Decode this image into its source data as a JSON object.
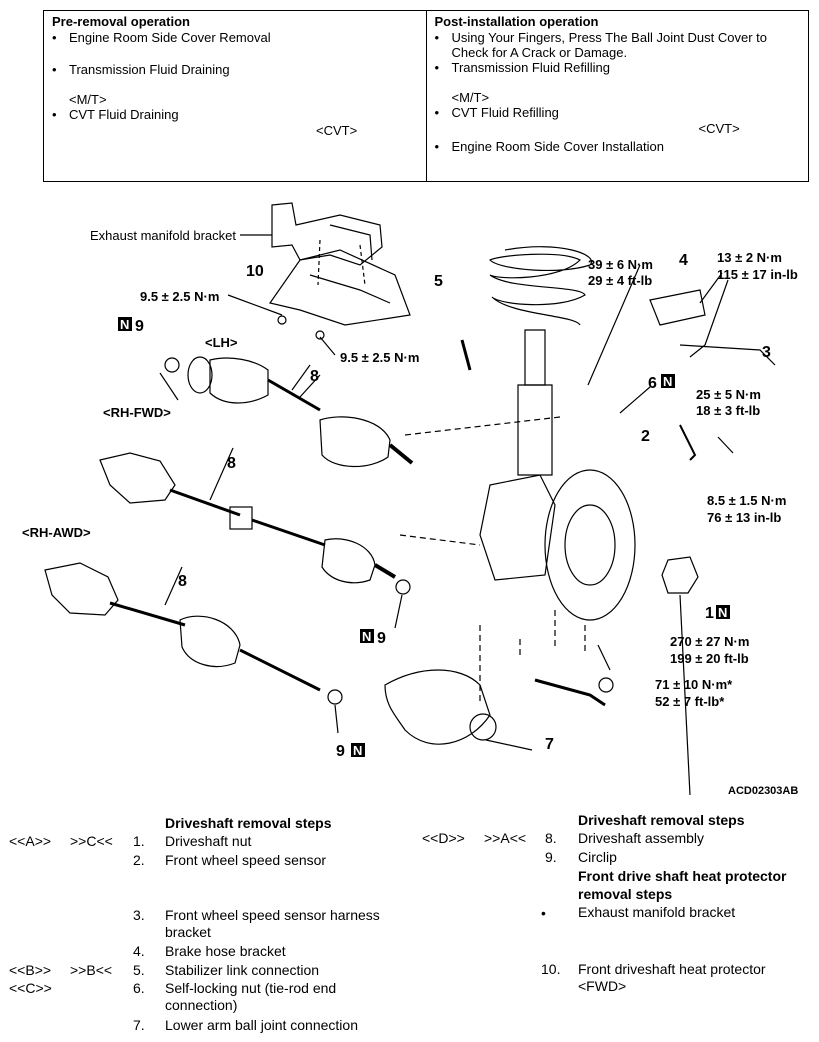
{
  "ops": {
    "pre": {
      "title": "Pre-removal operation",
      "items": [
        "Engine Room Side Cover Removal",
        "Transmission Fluid Draining",
        "CVT Fluid Draining"
      ],
      "tag_mt": "<M/T>",
      "tag_cvt": "<CVT>"
    },
    "post": {
      "title": "Post-installation operation",
      "items": [
        "Using Your Fingers, Press The Ball Joint Dust Cover to Check for A Crack or Damage.",
        "Transmission Fluid Refilling",
        "CVT Fluid Refilling",
        "Engine Room Side Cover Installation"
      ],
      "tag_mt": "<M/T>",
      "tag_cvt": "<CVT>"
    }
  },
  "diagram": {
    "labels": {
      "exhaust": "Exhaust manifold bracket",
      "torque_10a": "9.5 ± 2.5 N·m",
      "torque_10b": "9.5 ± 2.5 N·m",
      "lh": "<LH>",
      "rh_fwd": "<RH-FWD>",
      "rh_awd": "<RH-AWD>",
      "t_39_nm": "39 ± 6 N·m",
      "t_29_ftlb": "29 ± 4 ft-lb",
      "t_13_nm": "13 ± 2 N·m",
      "t_115_inlb": "115 ± 17 in-lb",
      "t_25_nm": "25 ± 5 N·m",
      "t_18_ftlb": "18 ± 3 ft-lb",
      "t_85_nm": "8.5 ± 1.5 N·m",
      "t_76_inlb": "76 ± 13 in-lb",
      "t_270_nm": "270 ± 27 N·m",
      "t_199_ftlb": "199 ± 20 ft-lb",
      "t_71_nm": "71 ± 10 N·m*",
      "t_52_ftlb": "52 ± 7 ft-lb*",
      "code": "ACD02303AB"
    },
    "numbers": {
      "n10": "10",
      "n9a": "9",
      "n5": "5",
      "n4": "4",
      "n3": "3",
      "n6": "6",
      "n2": "2",
      "n8a": "8",
      "n8b": "8",
      "n8c": "8",
      "n1": "1",
      "n9b": "9",
      "n9c": "9",
      "n7": "7"
    },
    "n_mark": "N"
  },
  "steps": {
    "left_title": "Driveshaft removal steps",
    "left": [
      {
        "code1": "<<A>>",
        "code2": ">>C<<",
        "no": "1.",
        "text": "Driveshaft nut"
      },
      {
        "code1": "",
        "code2": "",
        "no": "2.",
        "text": "Front wheel speed sensor"
      },
      {
        "code1": "",
        "code2": "",
        "no": "3.",
        "text": "Front wheel speed sensor harness bracket"
      },
      {
        "code1": "",
        "code2": "",
        "no": "4.",
        "text": "Brake hose bracket"
      },
      {
        "code1": "<<B>>",
        "code2": ">>B<<",
        "no": "5.",
        "text": "Stabilizer link connection"
      },
      {
        "code1": "<<C>>",
        "code2": "",
        "no": "6.",
        "text": "Self-locking nut (tie-rod end connection)"
      },
      {
        "code1": "",
        "code2": "",
        "no": "7.",
        "text": "Lower arm ball joint connection"
      }
    ],
    "right_title": "Driveshaft removal steps",
    "right": [
      {
        "code1": "<<D>>",
        "code2": ">>A<<",
        "no": "8.",
        "text": "Driveshaft assembly"
      },
      {
        "code1": "",
        "code2": "",
        "no": "9.",
        "text": "Circlip"
      }
    ],
    "right_title2": "Front drive shaft heat protector removal steps",
    "right2": [
      {
        "no": "•",
        "text": "Exhaust manifold bracket"
      },
      {
        "no": "10.",
        "text": "Front driveshaft heat protector <FWD>"
      }
    ]
  }
}
